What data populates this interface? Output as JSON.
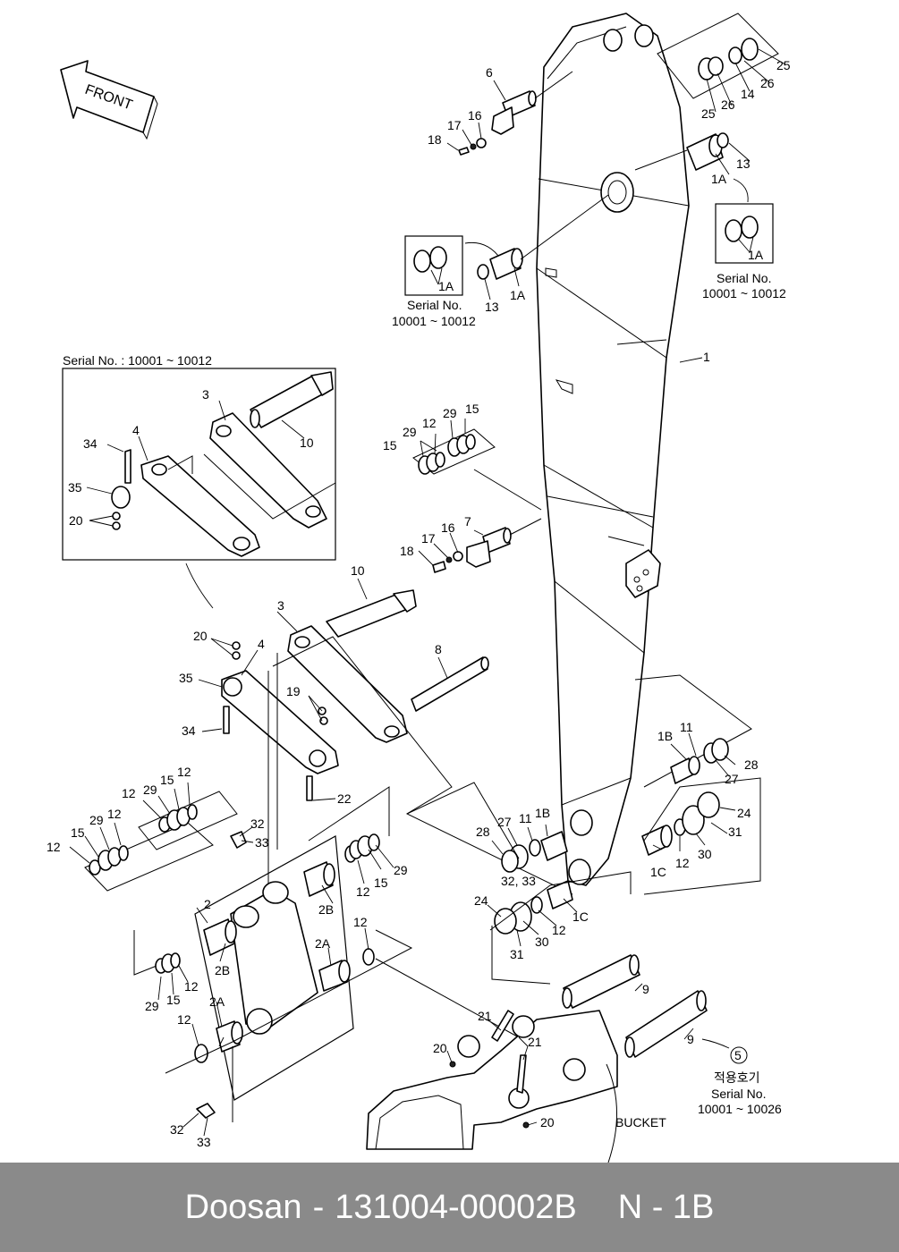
{
  "footer": {
    "brand": "Doosan",
    "separator1": "-",
    "part_number": "131004-00002B",
    "page_code": "N - 1B"
  },
  "direction_arrow": "FRONT",
  "serial_range_main": "Serial No. : 10001 ~ 10012",
  "serial_boxes": {
    "serial_label": "Serial No.",
    "range_a": "10001 ~ 10012",
    "range_b": "10001 ~ 10026",
    "korean_note": "적용호기",
    "ref_circle": "5"
  },
  "bucket_label": "BUCKET",
  "callouts": {
    "c1": "1",
    "c1A": "1A",
    "c1B": "1B",
    "c1C": "1C",
    "c2": "2",
    "c2A": "2A",
    "c2B": "2B",
    "c3": "3",
    "c4": "4",
    "c6": "6",
    "c7": "7",
    "c8": "8",
    "c9": "9",
    "c10": "10",
    "c11": "11",
    "c12": "12",
    "c13": "13",
    "c14": "14",
    "c15": "15",
    "c16": "16",
    "c17": "17",
    "c18": "18",
    "c19": "19",
    "c20": "20",
    "c21": "21",
    "c22": "22",
    "c24": "24",
    "c25": "25",
    "c26": "26",
    "c27": "27",
    "c28": "28",
    "c29": "29",
    "c30": "30",
    "c31": "31",
    "c32": "32",
    "c33": "33",
    "c34": "34",
    "c35": "35",
    "c3233": "32, 33"
  }
}
